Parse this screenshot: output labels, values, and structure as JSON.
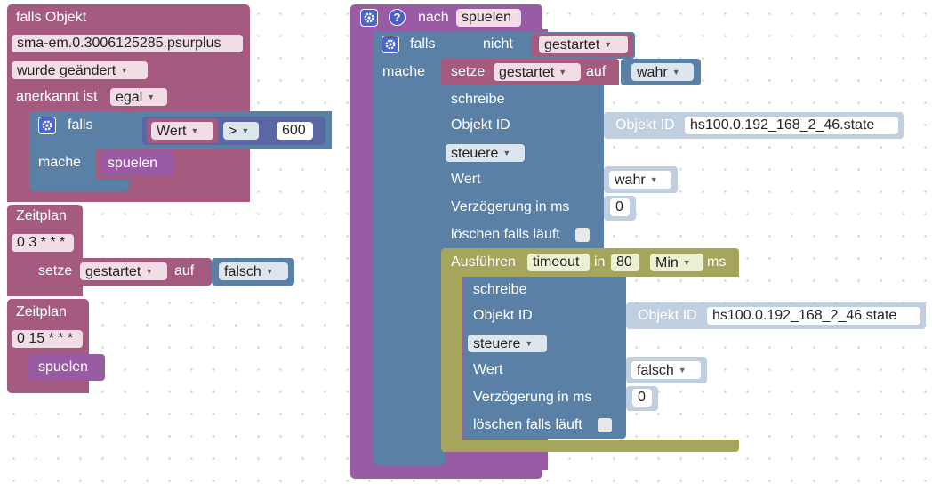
{
  "left_stack": {
    "trigger": {
      "title": "falls Objekt",
      "object_id": "sma-em.0.3006125285.psurplus",
      "event": "wurde geändert",
      "ack_label": "anerkannt ist",
      "ack_value": "egal",
      "if_label": "falls",
      "do_label": "mache",
      "compare_field": "Wert",
      "operator": ">",
      "threshold": "600",
      "call": "spuelen"
    },
    "schedule1": {
      "title": "Zeitplan",
      "cron": "0 3 * * *",
      "set_label": "setze",
      "variable": "gestartet",
      "to_label": "auf",
      "value": "falsch"
    },
    "schedule2": {
      "title": "Zeitplan",
      "cron": "0 15 * * *",
      "call": "spuelen"
    }
  },
  "function": {
    "title": "nach",
    "name": "spuelen",
    "if_label": "falls",
    "not_label": "nicht",
    "condition_var": "gestartet",
    "do_label": "mache",
    "set_label": "setze",
    "set_var": "gestartet",
    "to_label": "auf",
    "set_value": "wahr",
    "write1": {
      "title": "schreibe",
      "object_label": "Objekt ID",
      "oid_prefix": "Objekt ID",
      "oid": "hs100.0.192_168_2_46.state",
      "mode": "steuere",
      "value_label": "Wert",
      "value": "wahr",
      "delay_label": "Verzögerung in ms",
      "delay": "0",
      "clear_label": "löschen falls läuft"
    },
    "timeout": {
      "label": "Ausführen",
      "name": "timeout",
      "in_label": "in",
      "amount": "80",
      "unit": "Min",
      "ms_label": "ms"
    },
    "write2": {
      "title": "schreibe",
      "object_label": "Objekt ID",
      "oid_prefix": "Objekt ID",
      "oid": "hs100.0.192_168_2_46.state",
      "mode": "steuere",
      "value_label": "Wert",
      "value": "falsch",
      "delay_label": "Verzögerung in ms",
      "delay": "0",
      "clear_label": "löschen falls läuft"
    }
  },
  "colors": {
    "event_block": "#a55b80",
    "logic_block": "#5b80a5",
    "procedure_block": "#9a5ba5",
    "timeout_block": "#a5a55b",
    "mutator_button": "#4c66c7"
  }
}
